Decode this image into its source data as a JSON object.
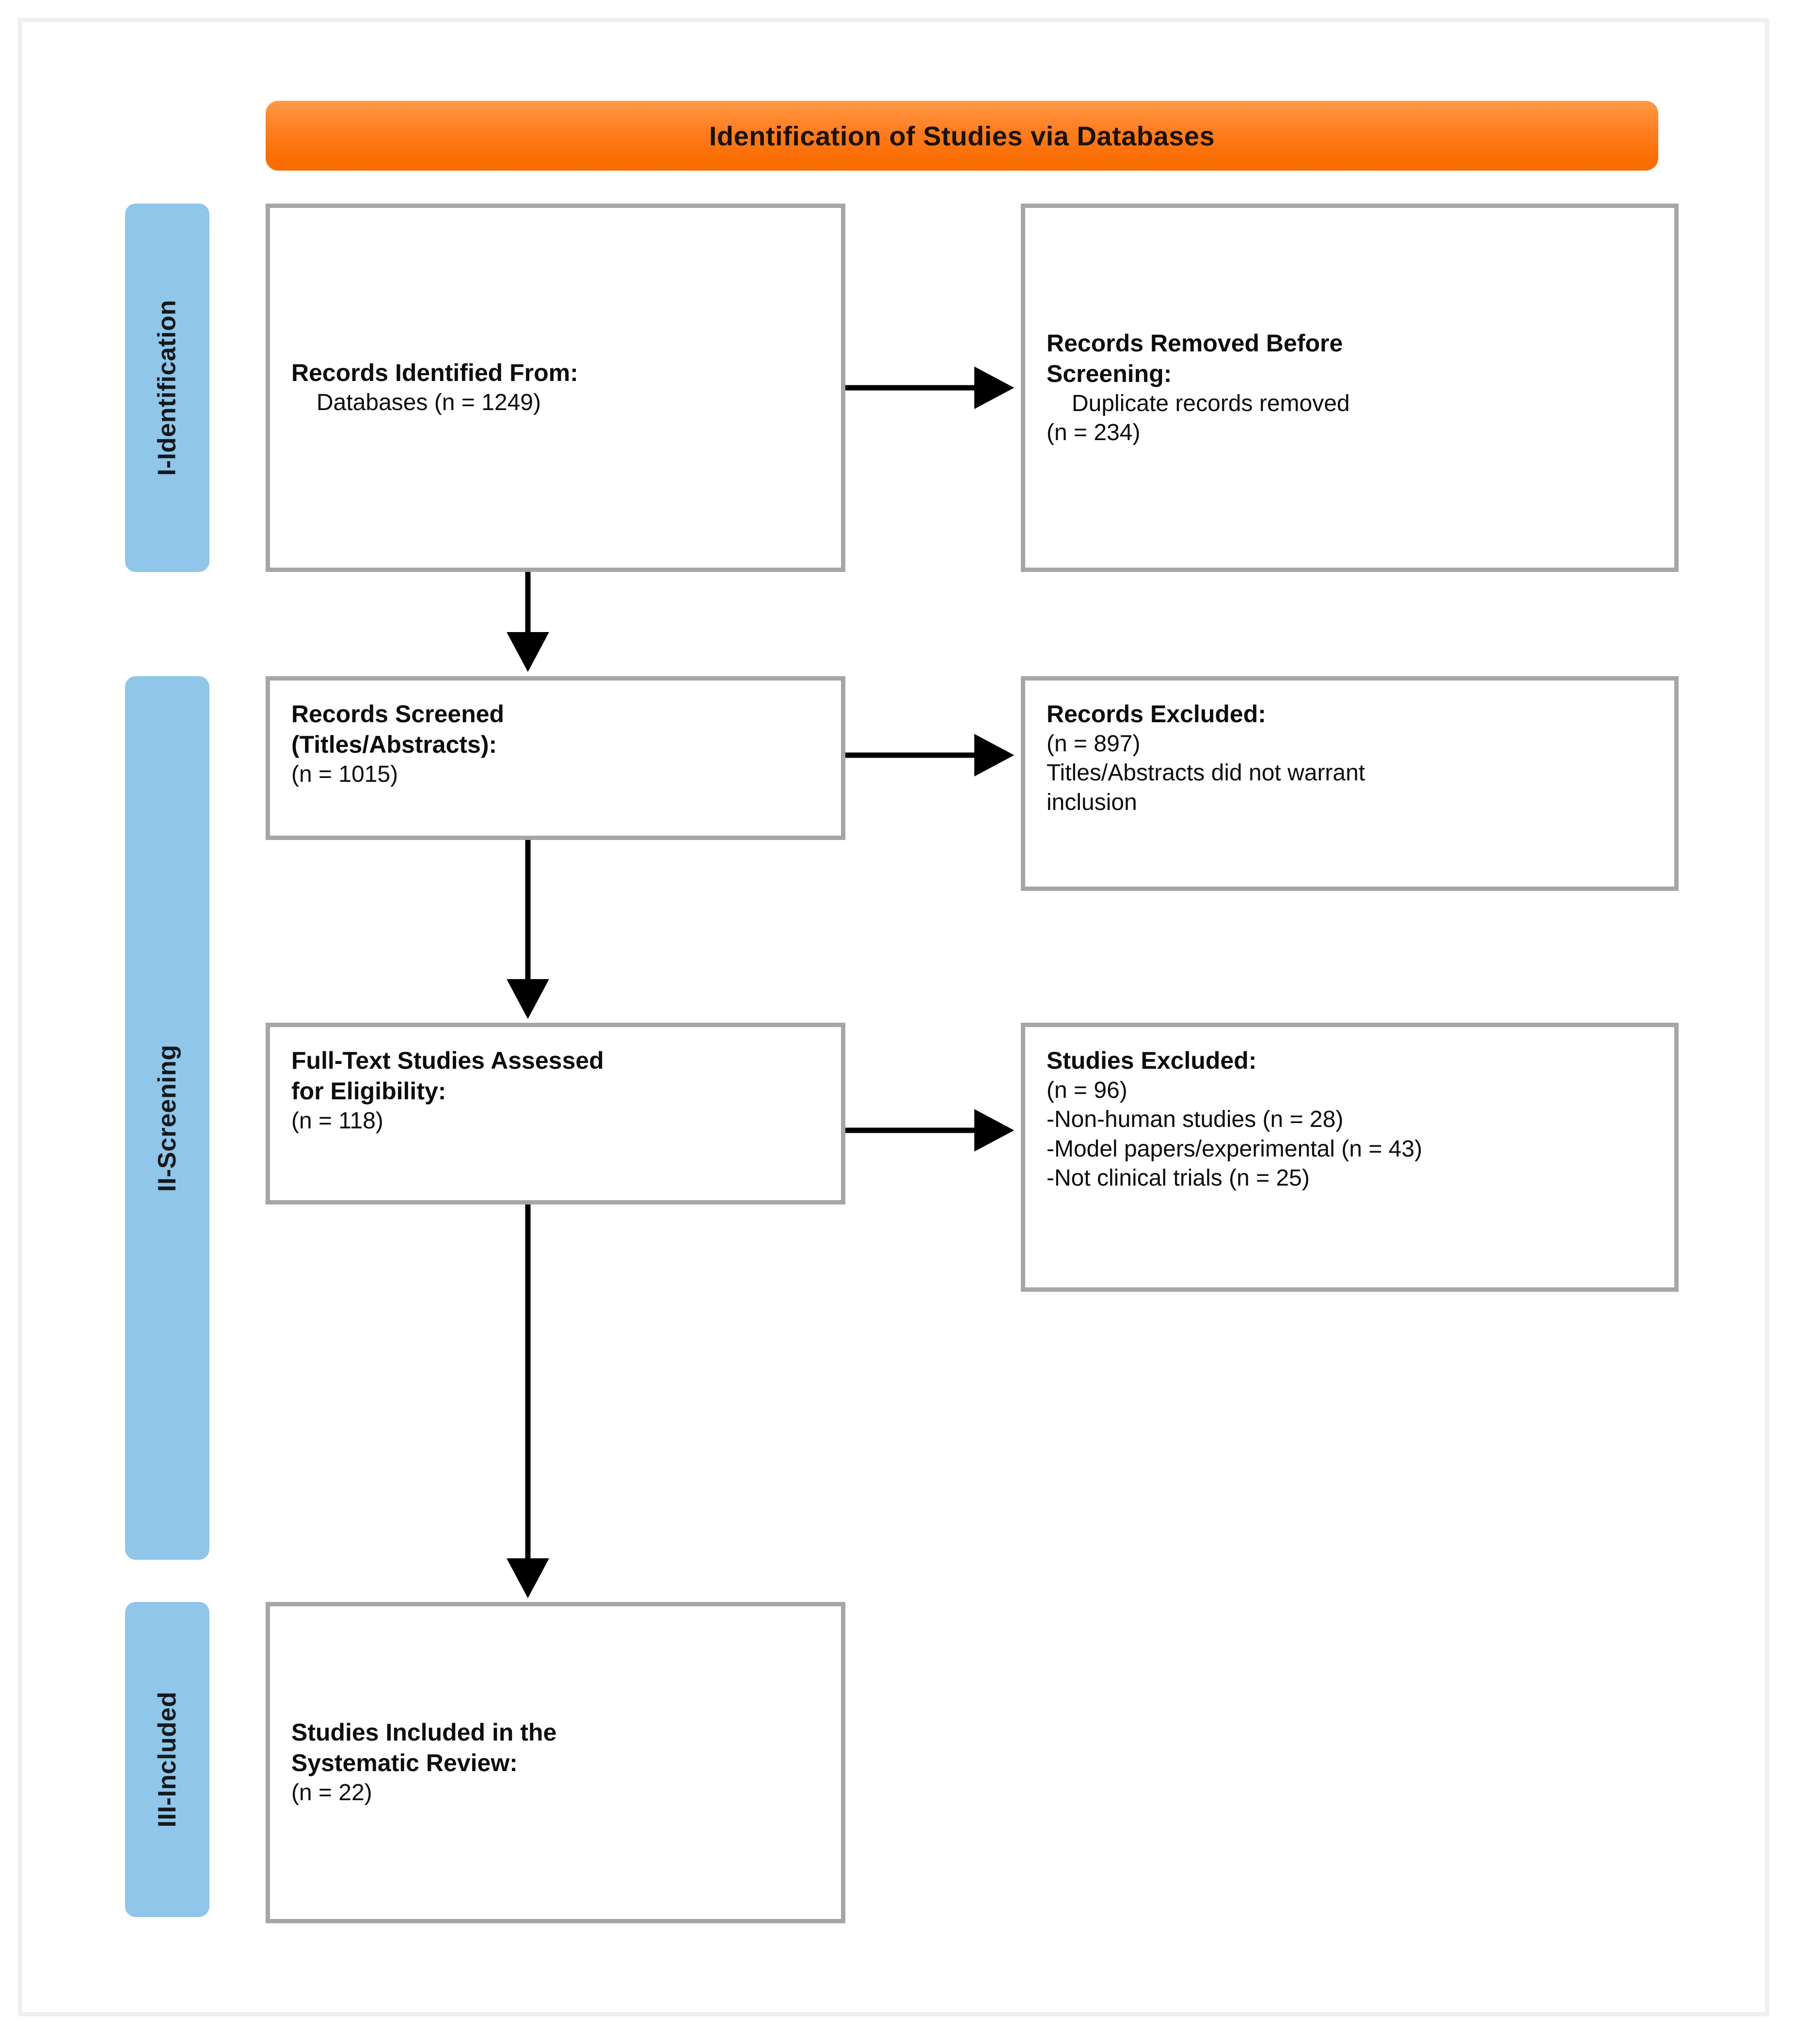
{
  "banner": {
    "title": "Identification of Studies via Databases",
    "color": "#fb6f06"
  },
  "stages": [
    {
      "key": "identification",
      "label": "I-Identification",
      "color": "#8fc6e9"
    },
    {
      "key": "screening",
      "label": "II-Screening",
      "color": "#8fc6e9"
    },
    {
      "key": "included",
      "label": "III-Included",
      "color": "#8fc6e9"
    }
  ],
  "boxes": {
    "identified": {
      "heading": "Records Identified From:",
      "lines": [
        "Databases (n = 1249)"
      ]
    },
    "removed": {
      "heading_line1": "Records Removed Before",
      "heading_line2": "Screening:",
      "lines": [
        "Duplicate records removed",
        "(n = 234)"
      ]
    },
    "screened": {
      "heading_line1": "Records Screened",
      "heading_line2": "(Titles/Abstracts):",
      "lines": [
        "(n = 1015)"
      ]
    },
    "records_excluded": {
      "heading": "Records Excluded:",
      "lines": [
        "(n = 897)",
        "Titles/Abstracts did not warrant",
        "inclusion"
      ]
    },
    "fulltext": {
      "heading_line1": "Full-Text Studies Assessed",
      "heading_line2": "for Eligibility:",
      "lines": [
        "(n = 118)"
      ]
    },
    "studies_excluded": {
      "heading": "Studies Excluded:",
      "lines": [
        "(n = 96)",
        "-Non-human studies (n = 28)",
        "-Model papers/experimental (n = 43)",
        "-Not clinical trials (n = 25)"
      ]
    },
    "included": {
      "heading_line1": "Studies Included in the",
      "heading_line2": "Systematic Review:",
      "lines": [
        "(n = 22)"
      ]
    }
  },
  "chart_data": {
    "type": "diagram",
    "title": "Identification of Studies via Databases",
    "diagram": "PRISMA flow diagram",
    "stages": [
      "I-Identification",
      "II-Screening",
      "III-Included"
    ],
    "nodes": [
      {
        "id": "identified",
        "stage": "I-Identification",
        "label": "Records Identified From: Databases",
        "n": 1249
      },
      {
        "id": "removed",
        "stage": "I-Identification",
        "label": "Records Removed Before Screening: Duplicate records removed",
        "n": 234
      },
      {
        "id": "screened",
        "stage": "II-Screening",
        "label": "Records Screened (Titles/Abstracts)",
        "n": 1015
      },
      {
        "id": "records_excluded",
        "stage": "II-Screening",
        "label": "Records Excluded: Titles/Abstracts did not warrant inclusion",
        "n": 897
      },
      {
        "id": "fulltext",
        "stage": "II-Screening",
        "label": "Full-Text Studies Assessed for Eligibility",
        "n": 118
      },
      {
        "id": "studies_excluded",
        "stage": "II-Screening",
        "label": "Studies Excluded",
        "n": 96,
        "reasons": [
          {
            "label": "Non-human studies",
            "n": 28
          },
          {
            "label": "Model papers/experimental",
            "n": 43
          },
          {
            "label": "Not clinical trials",
            "n": 25
          }
        ]
      },
      {
        "id": "included",
        "stage": "III-Included",
        "label": "Studies Included in the Systematic Review",
        "n": 22
      }
    ],
    "edges": [
      {
        "from": "identified",
        "to": "removed",
        "direction": "right"
      },
      {
        "from": "identified",
        "to": "screened",
        "direction": "down"
      },
      {
        "from": "screened",
        "to": "records_excluded",
        "direction": "right"
      },
      {
        "from": "screened",
        "to": "fulltext",
        "direction": "down"
      },
      {
        "from": "fulltext",
        "to": "studies_excluded",
        "direction": "right"
      },
      {
        "from": "fulltext",
        "to": "included",
        "direction": "down"
      }
    ]
  }
}
